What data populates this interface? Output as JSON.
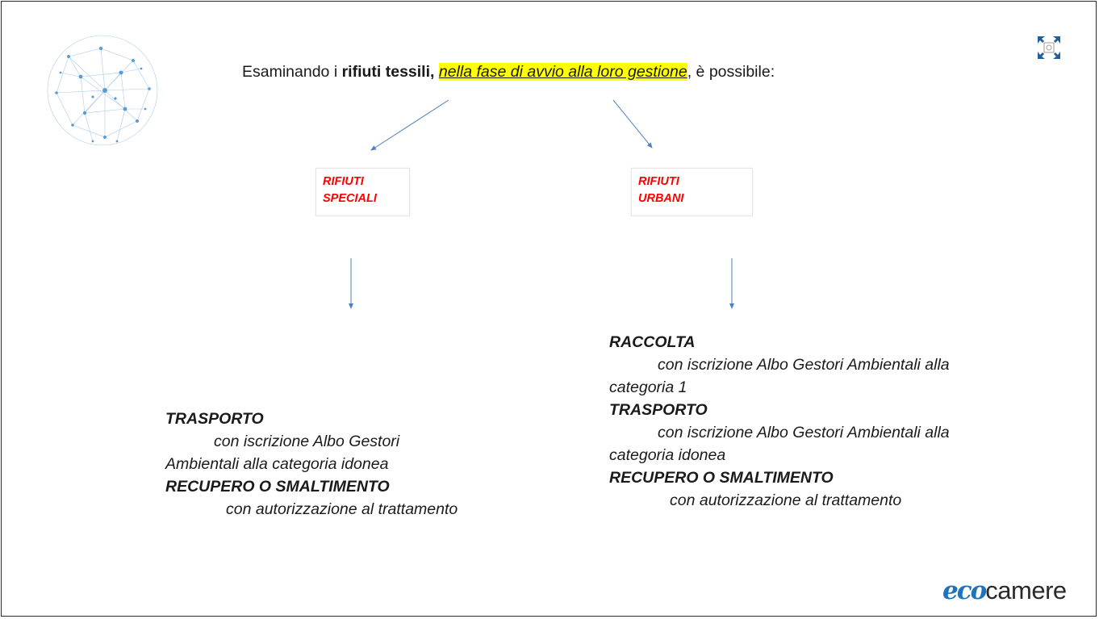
{
  "headline": {
    "prefix": "Esaminando i ",
    "bold": "rifiuti tessili,",
    "highlight": "nella fase di avvio alla loro gestione",
    "suffix": ", è possibile:"
  },
  "boxes": {
    "left": {
      "line1": "RIFIUTI",
      "line2": "SPECIALI"
    },
    "right": {
      "line1": "RIFIUTI",
      "line2": "URBANI"
    }
  },
  "left_column": {
    "h1": "TRASPORTO",
    "d1a": "con iscrizione Albo Gestori",
    "d1b": "Ambientali alla categoria idonea",
    "h2": "RECUPERO O SMALTIMENTO",
    "d2": "con autorizzazione al trattamento"
  },
  "right_column": {
    "h1": "RACCOLTA",
    "d1a": "con iscrizione Albo Gestori Ambientali alla",
    "d1b": "categoria 1",
    "h2": "TRASPORTO",
    "d2a": "con iscrizione Albo Gestori Ambientali alla",
    "d2b": "categoria idonea",
    "h3": "RECUPERO O SMALTIMENTO",
    "d3": "con autorizzazione al trattamento"
  },
  "logo": {
    "eco": "eco",
    "rest": "camere"
  },
  "colors": {
    "arrow": "#4f81bd",
    "red_text": "#ff0000",
    "highlight": "#ffff00",
    "globe": "#5b9bd5"
  },
  "icons": [
    "globe-network-icon",
    "expand-arrows-icon"
  ]
}
